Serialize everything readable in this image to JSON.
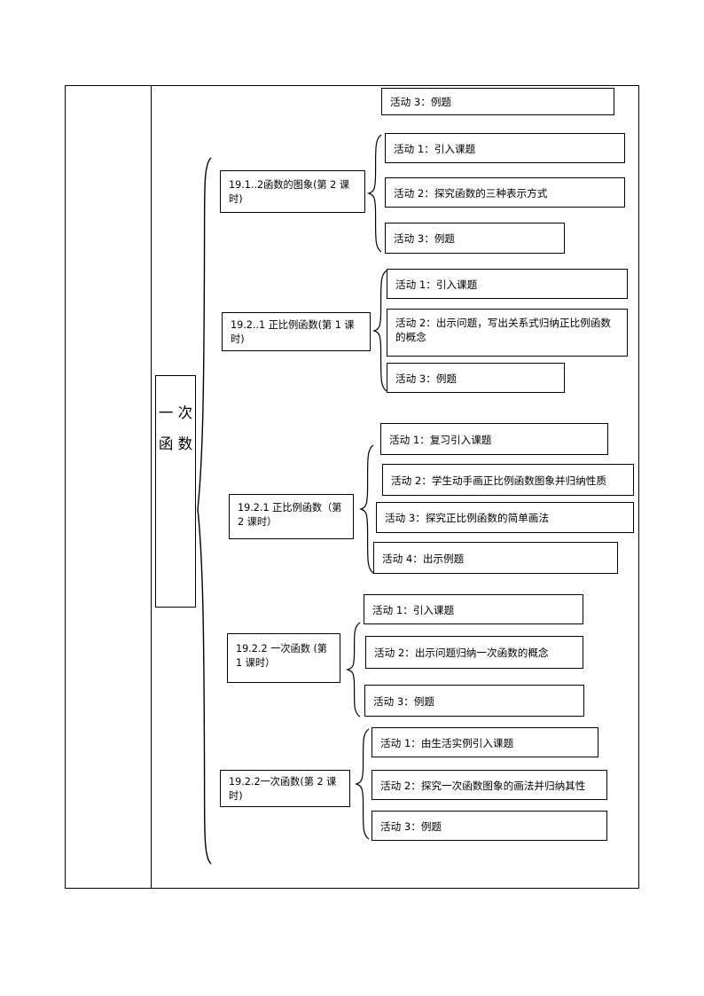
{
  "document": {
    "vertical_label": "一 次 函 数",
    "orphan_box": {
      "label": "活动 3：例题"
    }
  },
  "sections": [
    {
      "id": "19-1-2",
      "title": "19.1..2函数的图象(第 2 课时)",
      "activities": [
        "活动 1：引入课题",
        "活动 2：探究函数的三种表示方式",
        "活动 3：例题"
      ]
    },
    {
      "id": "19-2-1-k1",
      "title": "19.2..1 正比例函数(第 1 课时)",
      "activities": [
        "活动 1：引入课题",
        "活动 2：出示问题，写出关系式归纳正比例函数的概念",
        "活动 3：例题"
      ]
    },
    {
      "id": "19-2-1-k2",
      "title": "19.2.1 正比例函数（第 2 课时）",
      "activities": [
        "活动 1：复习引入课题",
        "活动 2：学生动手画正比例函数图象并归纳性质",
        "活动 3：探究正比例函数的简单画法",
        "活动 4：出示例题"
      ]
    },
    {
      "id": "19-2-2-k1",
      "title": "19.2.2 一次函数 (第 1 课时）",
      "activities": [
        "活动 1：引入课题",
        "活动 2：出示问题归纳一次函数的概念",
        "活动 3：例题"
      ]
    },
    {
      "id": "19-2-2-k2",
      "title": "19.2.2一次函数(第 2 课时)",
      "activities": [
        "活动 1：由生活实例引入课题",
        "活动 2：探究一次函数图象的画法并归纳其性",
        "活动 3：例题"
      ]
    }
  ]
}
